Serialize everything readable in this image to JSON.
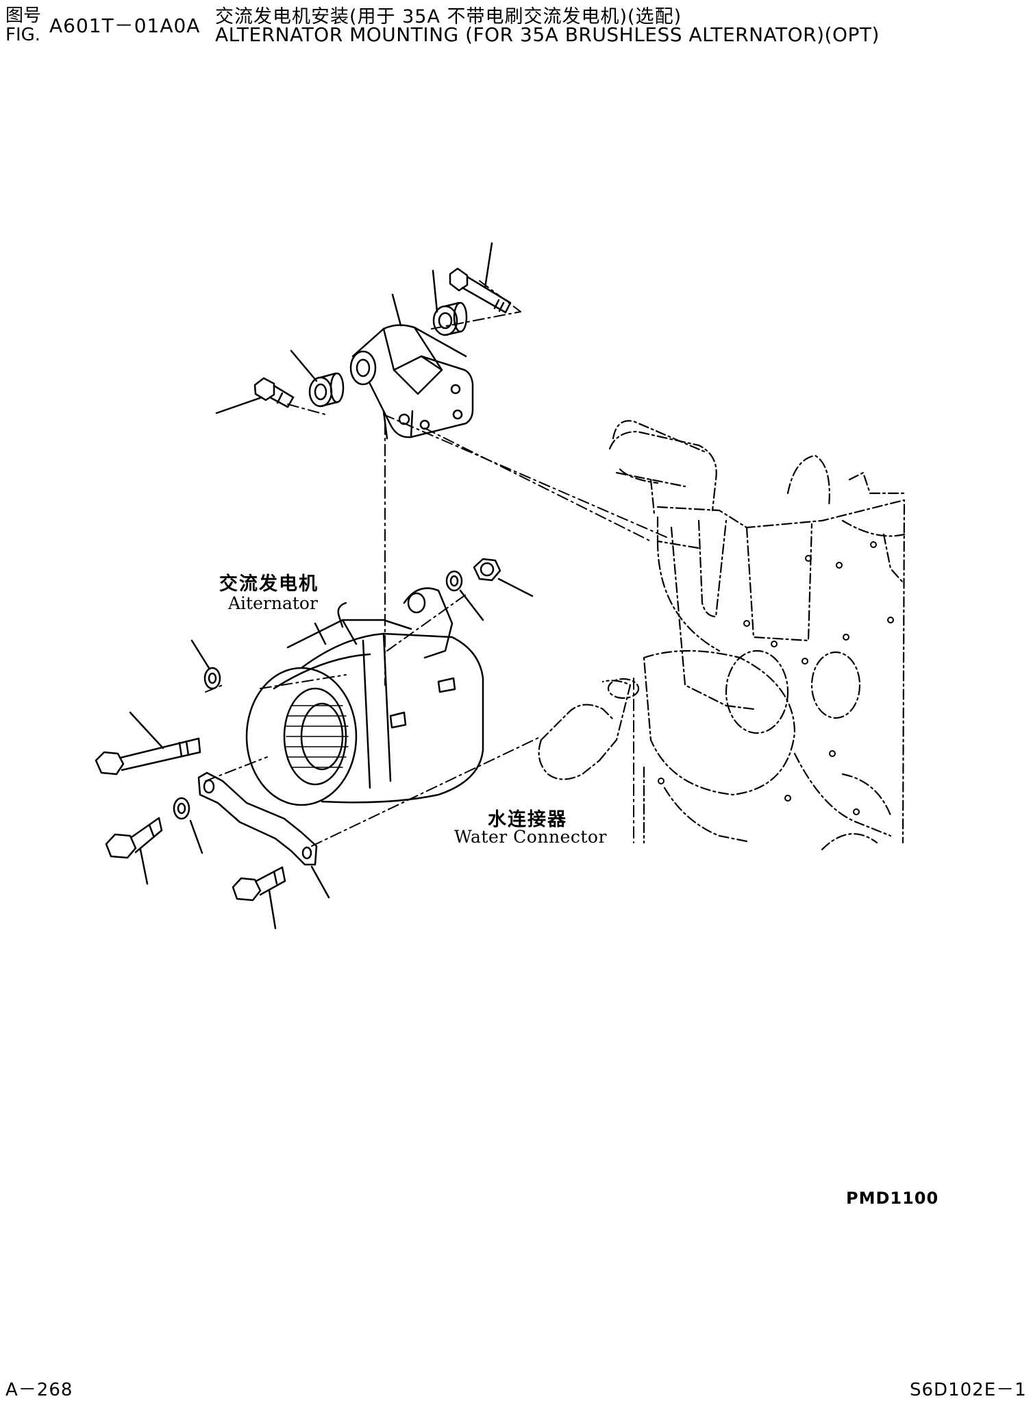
{
  "header": {
    "fig_label_cn": "图号",
    "fig_label_en": "FIG.",
    "fig_number": "A601T－01A0A",
    "title_cn": "交流发电机安装(用于 35A 不带电刷交流发电机)(选配)",
    "title_en": "ALTERNATOR MOUNTING (FOR 35A BRUSHLESS ALTERNATOR)(OPT)"
  },
  "labels": {
    "alternator_cn": "交流发电机",
    "alternator_en": "Aiternator",
    "water_connector_cn": "水连接器",
    "water_connector_en": "Water Connector"
  },
  "drawing_code": "PMD1100",
  "footer": {
    "page_left": "A－268",
    "page_right": "S6D102E－1"
  },
  "colors": {
    "ink": "#000000",
    "paper": "#ffffff"
  }
}
